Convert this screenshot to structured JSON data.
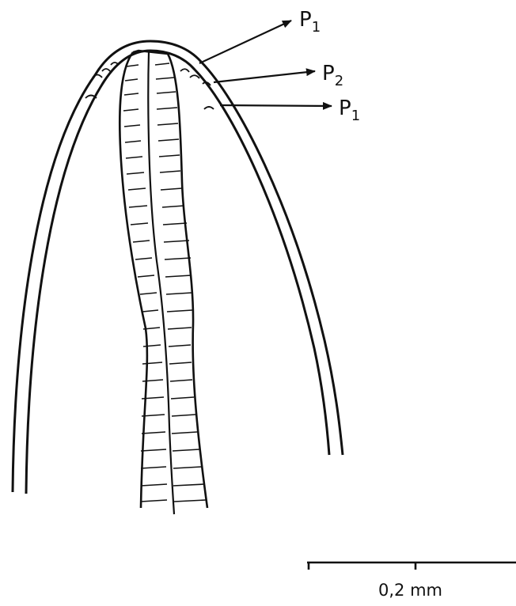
{
  "labels": {
    "p1_top": {
      "letter": "P",
      "index": "1"
    },
    "p2": {
      "letter": "P",
      "index": "2"
    },
    "p1_bottom": {
      "letter": "P",
      "index": "1"
    }
  },
  "scale_bar": {
    "text": "0,2 mm"
  },
  "colors": {
    "ink": "#111111",
    "paper": "#ffffff"
  }
}
